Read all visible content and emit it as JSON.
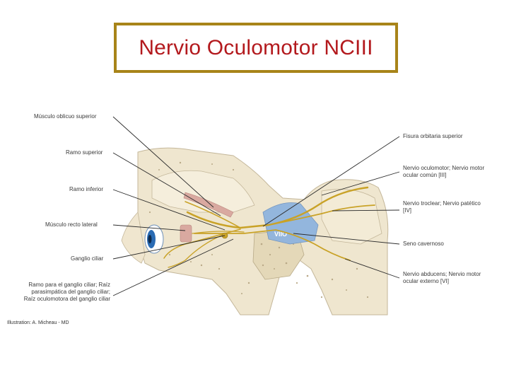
{
  "title": "Nervio Oculomotor NCIII",
  "labels_left": {
    "musculo_oblicuo_superior": "Músculo oblicuo superior",
    "ramo_superior": "Ramo superior",
    "ramo_inferior": "Ramo inferior",
    "musculo_recto_lateral": "Músculo recto lateral",
    "ganglio_ciliar": "Ganglio ciliar",
    "ramo_ganglio_line1": "Ramo para el ganglio ciliar; Raíz",
    "ramo_ganglio_line2": "parasimpática del ganglio ciliar;",
    "ramo_ganglio_line3": "Raíz oculomotora del ganglio ciliar"
  },
  "labels_right": {
    "fisura_orbitaria": "Fisura orbitaria superior",
    "oculomotor_line1": "Nervio oculomotor; Nervio motor",
    "oculomotor_line2": "ocular común [III]",
    "troclear_line1": "Nervio troclear; Nervio patético",
    "troclear_line2": "[IV]",
    "seno_cavernoso": "Seno cavernoso",
    "abducens_line1": "Nervio abducens; Nervio motor",
    "abducens_line2": "ocular externo [VI]"
  },
  "credit": "Illustration: A. Micheau - MD",
  "colors": {
    "title_text": "#b3191d",
    "title_border": "#a88419",
    "nerve": "#c9a227",
    "bone": "#efe6cf",
    "sinus": "#8fb4de",
    "muscle": "#d9a9a0"
  }
}
